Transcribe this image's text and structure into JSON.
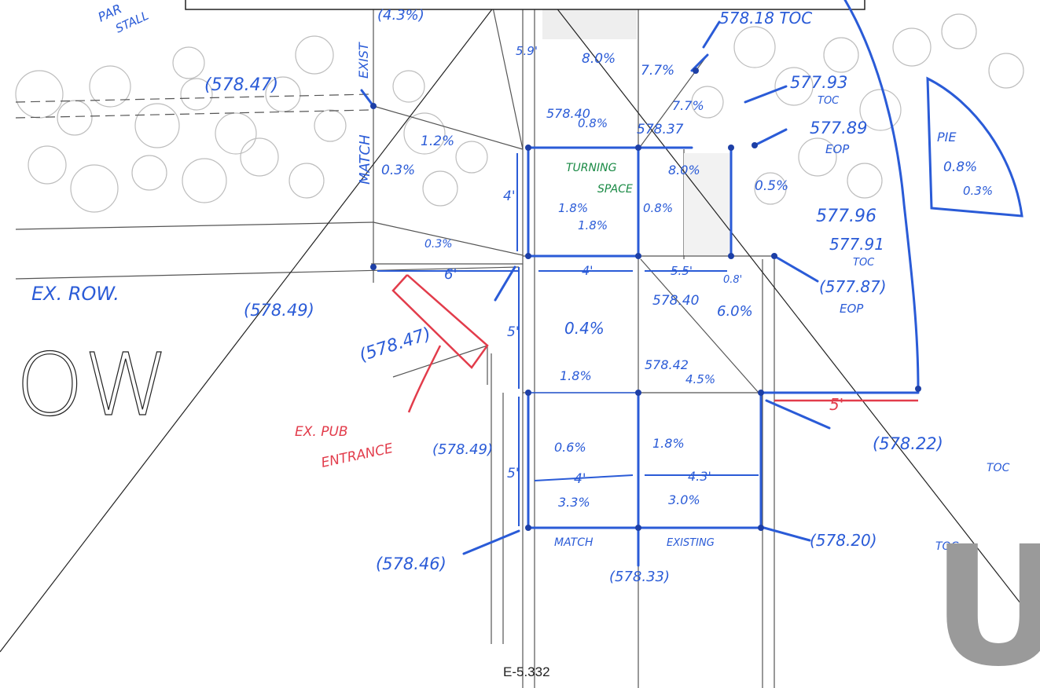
{
  "sheet": {
    "sheet_number": "E-5.332",
    "large_letters": {
      "left": "OW",
      "right": "U"
    }
  },
  "header_left": {
    "line1": "PAR",
    "line2": "STALL"
  },
  "labels_blue": {
    "exist": "EXIST",
    "match_vertical": "MATCH",
    "pct_43": "(4.3%)",
    "el_57847_top": "(578.47)",
    "el_57818": "578.18 TOC",
    "el_57793": "577.93",
    "el_57793_toc": "TOC",
    "el_57789": "577.89",
    "el_57789_eop": "EOP",
    "el_57840_top": "578.40",
    "el_57837": "578.37",
    "pct_80a": "8.0%",
    "pct_77a": "7.7%",
    "pct_77b": "7.7%",
    "pct_08a": "0.8%",
    "pct_59": "5.9'",
    "pct_12": "1.2%",
    "pct_03a": "0.3%",
    "pct_03b": "0.3%",
    "dim_4a": "4'",
    "pct_18a": "1.8%",
    "pct_18b": "1.8%",
    "pct_08b": "0.8%",
    "pct_80b": "8.0%",
    "pct_05": "0.5%",
    "el_57796": "577.96",
    "el_57791": "577.91",
    "el_57791_toc": "TOC",
    "pie": "PIE",
    "pct_08pie": "0.8%",
    "pct_03pie": "0.3%",
    "ex_row": "EX. ROW.",
    "dim_6": "6'",
    "dim_4b": "4'",
    "dim_55": "5.5'",
    "pct_08c": "0.8'",
    "el_57849a": "(578.49)",
    "el_57840b": "578.40",
    "el_57787": "(577.87)",
    "el_57787_eop": "EOP",
    "pct_60": "6.0%",
    "el_57847b": "(578.47)",
    "dim_5a": "5'",
    "pct_04": "0.4%",
    "pct_18c": "1.8%",
    "el_57842": "578.42",
    "pct_45": "4.5%",
    "el_57849b": "(578.49)",
    "pct_06": "0.6%",
    "pct_18d": "1.8%",
    "el_57822": "(578.22)",
    "el_57822_toc": "TOC",
    "dim_5b": "5'",
    "dim_4c": "4'",
    "dim_43": "4.3'",
    "pct_33": "3.3%",
    "pct_30": "3.0%",
    "match_bottom": "MATCH",
    "existing_bottom": "EXISTING",
    "el_57846": "(578.46)",
    "el_57820": "(578.20)",
    "el_57820_toc": "TOC",
    "el_57833": "(578.33)"
  },
  "labels_green": {
    "turning": "TURNING",
    "space": "SPACE"
  },
  "labels_red": {
    "ex_pub": "EX. PUB",
    "entrance": "ENTRANCE",
    "dim_5": "5'"
  }
}
